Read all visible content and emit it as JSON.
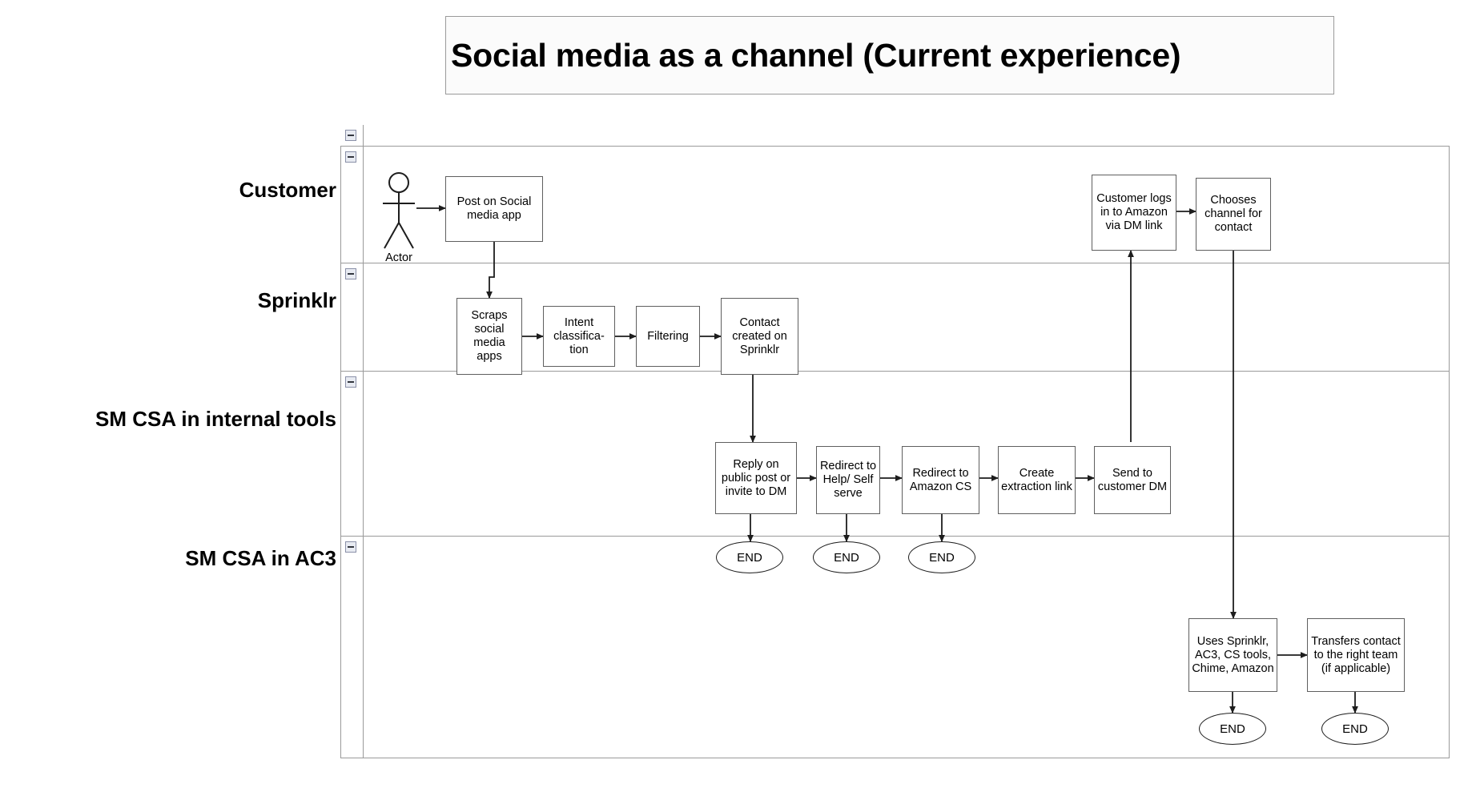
{
  "title": {
    "text": "Social media as a channel (Current experience)"
  },
  "lanes": [
    {
      "id": "customer",
      "label": "Customer"
    },
    {
      "id": "sprinklr",
      "label": "Sprinklr"
    },
    {
      "id": "internal",
      "label": "SM CSA in internal tools"
    },
    {
      "id": "ac3",
      "label": "SM CSA in AC3"
    }
  ],
  "actor": {
    "label": "Actor",
    "icon": "stick-figure-actor-icon"
  },
  "nodes": {
    "post_on_social": "Post on Social media app",
    "customer_logs_in": "Customer logs in to Amazon via DM link",
    "chooses_channel": "Chooses channel for contact",
    "scraps_social": "Scraps social media apps",
    "intent_classification": "Intent classifica-tion",
    "filtering": "Filtering",
    "contact_created": "Contact created on Sprinklr",
    "reply_public_post": "Reply on public post or invite to DM",
    "redirect_help": "Redirect to Help/ Self serve",
    "redirect_amazon_cs": "Redirect to Amazon CS",
    "create_extraction_link": "Create extraction link",
    "send_customer_dm": "Send to customer DM",
    "uses_tools": "Uses Sprinklr, AC3, CS tools, Chime, Amazon",
    "transfers_contact": "Transfers contact to the right team (if applicable)"
  },
  "end_nodes": {
    "label": "END",
    "count": 5
  },
  "colors": {
    "frame_border": "#9a9a9a",
    "node_border": "#5f5f5f",
    "connector": "#1d1d1d",
    "title_background": "#fbfbfb",
    "canvas": "#ffffff",
    "collapse_icon_fill": "#e8ebf2"
  },
  "collapse_icons": {
    "name": "collapse-minus-icon",
    "count": 5
  }
}
